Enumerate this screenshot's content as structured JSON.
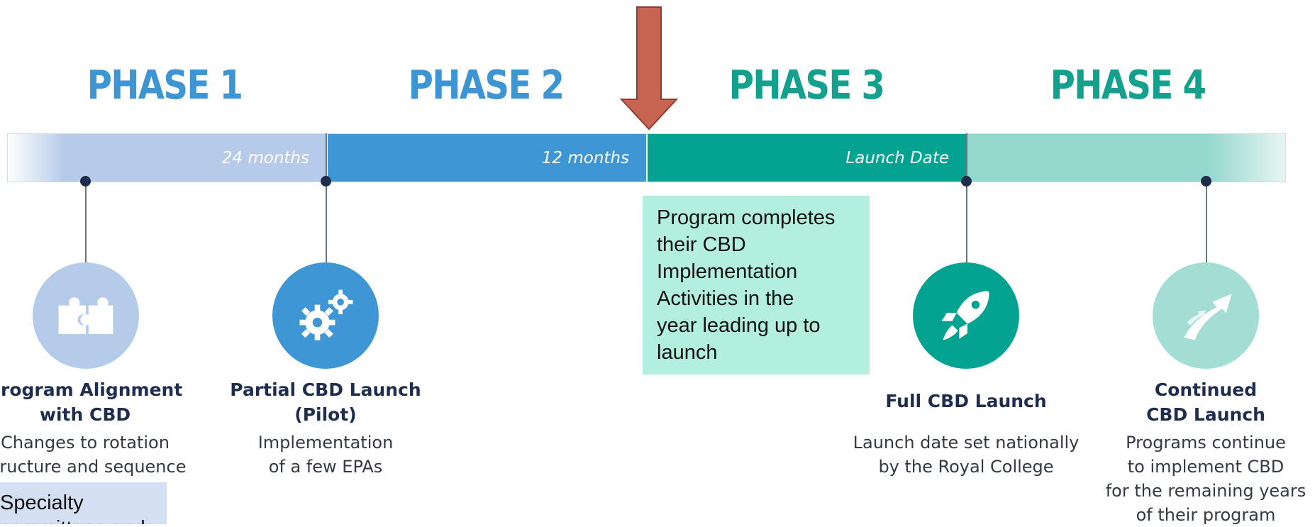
{
  "phases": [
    {
      "label": "PHASE 1",
      "color": "#3d96d3"
    },
    {
      "label": "PHASE 2",
      "color": "#3d96d3"
    },
    {
      "label": "PHASE 3",
      "color": "#13a08c"
    },
    {
      "label": "PHASE 4",
      "color": "#13a08c"
    }
  ],
  "timeline": {
    "segments": [
      {
        "label": "24 months",
        "color": "#b6cbea"
      },
      {
        "label": "12 months",
        "color": "#3e97d4"
      },
      {
        "label": "Launch Date",
        "color": "#04a391"
      },
      {
        "label": "",
        "color": "#93d7cd"
      }
    ],
    "arrow_color": "#c86452"
  },
  "milestones": [
    {
      "icon": "puzzle-icon",
      "circle_color": "#b5cbea",
      "title_lines": [
        "Program Alignment",
        "with CBD"
      ],
      "desc_lines": [
        "Changes to rotation",
        "structure and sequence"
      ]
    },
    {
      "icon": "gears-icon",
      "circle_color": "#3e97d4",
      "title_lines": [
        "Partial CBD Launch",
        "(Pilot)"
      ],
      "desc_lines": [
        "Implementation",
        "of a few EPAs"
      ]
    },
    {
      "icon": "rocket-icon",
      "circle_color": "#04a391",
      "title_lines": [
        "Full CBD Launch"
      ],
      "desc_lines": [
        "Launch date set nationally",
        "by the Royal College"
      ]
    },
    {
      "icon": "arrows-up-icon",
      "circle_color": "#a3ddd4",
      "title_lines": [
        "Continued",
        "CBD Launch"
      ],
      "desc_lines": [
        "Programs continue",
        "to implement CBD",
        "for the remaining years",
        "of their program"
      ]
    }
  ],
  "note_box": {
    "lines": [
      "Program completes",
      "their CBD",
      "Implementation",
      "Activities in the",
      "year leading up to",
      "launch"
    ]
  },
  "side_box": {
    "lines": [
      "Specialty",
      "committees and"
    ]
  }
}
